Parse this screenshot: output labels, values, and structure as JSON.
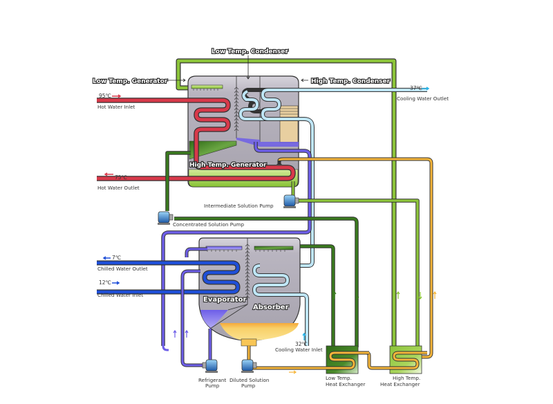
{
  "diagram": {
    "title": "Double-effect absorption chiller schematic",
    "components": {
      "low_temp_condenser": "Low Temp. Condenser",
      "low_temp_generator": "Low Temp. Generator",
      "high_temp_condenser": "High Temp. Condenser",
      "high_temp_generator": "High Temp. Generator",
      "evaporator": "Evaporator",
      "absorber": "Absorber",
      "intermediate_solution_pump": "Intermediate Solution Pump",
      "concentrated_solution_pump": "Concentrated Solution Pump",
      "refrigerant_pump_l1": "Refrigerant",
      "refrigerant_pump_l2": "Pump",
      "diluted_solution_pump_l1": "Diluted Solution",
      "diluted_solution_pump_l2": "Pump",
      "low_temp_hx_l1": "Low Temp.",
      "low_temp_hx_l2": "Heat Exchanger",
      "high_temp_hx_l1": "High Temp.",
      "high_temp_hx_l2": "Heat Exchanger"
    },
    "streams": {
      "hot_water_inlet": {
        "label": "Hot Water Inlet",
        "temp": "95℃"
      },
      "hot_water_outlet": {
        "label": "Hot Water Outlet",
        "temp": "75℃"
      },
      "cooling_water_outlet": {
        "label": "Cooling Water Outlet",
        "temp": "37℃"
      },
      "cooling_water_inlet": {
        "label": "Cooling Water Inlet",
        "temp": "32℃"
      },
      "chilled_water_outlet": {
        "label": "Chilled Water Outlet",
        "temp": "7℃"
      },
      "chilled_water_inlet": {
        "label": "Chilled Water Inlet",
        "temp": "12℃"
      }
    },
    "colors": {
      "hot_water": "#d8394a",
      "cooling_water": "#bfe6f7",
      "chilled_water": "#1f4fd8",
      "refrigerant": "#6a5ee0",
      "concentrated_solution": "#3a7a1e",
      "intermediate_solution": "#8cc43a",
      "diluted_solution": "#f5b53a",
      "vessel": "#aeaab4",
      "cooling_arrow": "#29b6ea"
    }
  }
}
